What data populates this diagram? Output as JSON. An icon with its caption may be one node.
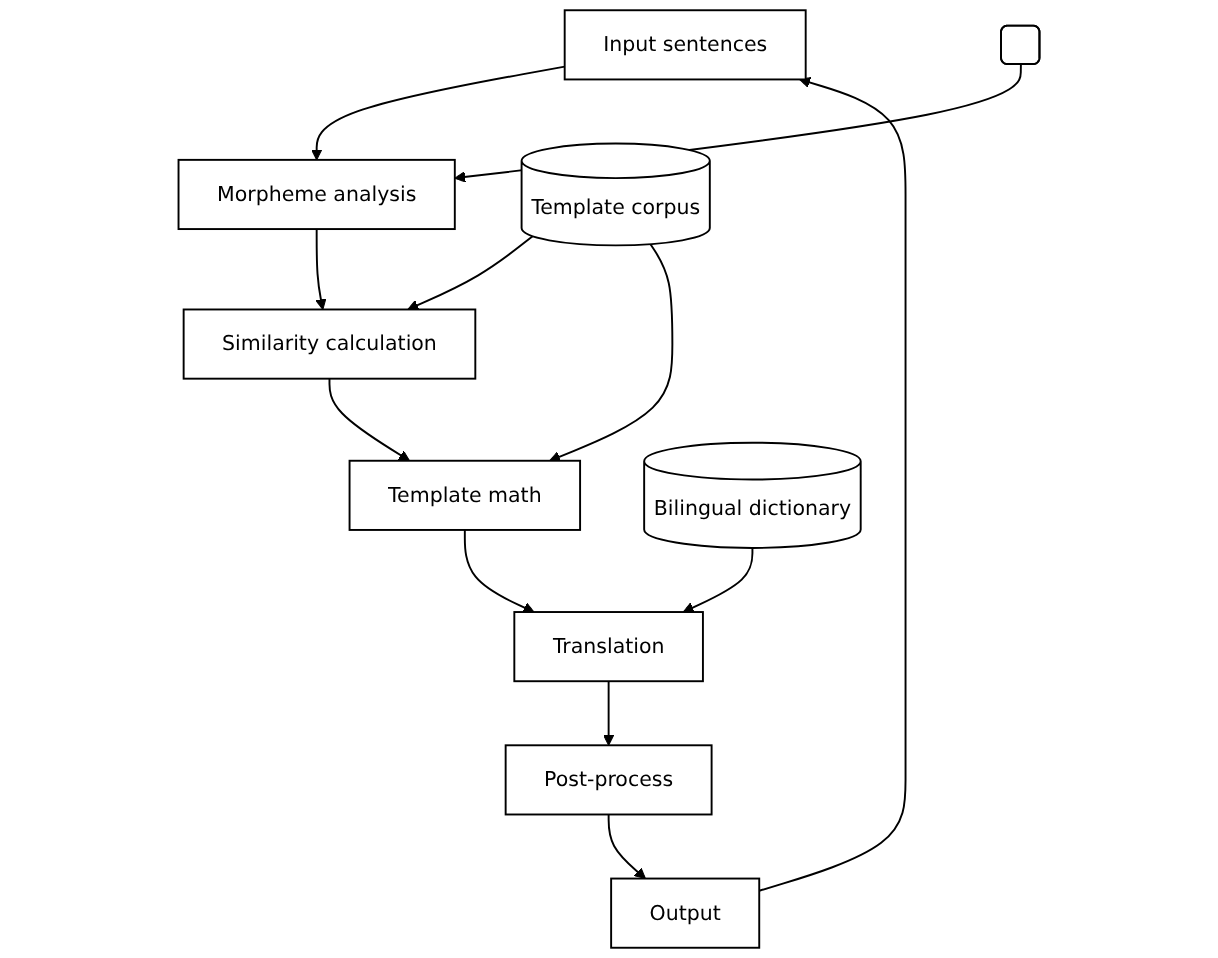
{
  "diagram": {
    "nodes": [
      {
        "text": [
          "Input sentences"
        ]
      },
      {
        "text": [
          "Morpheme analysis"
        ]
      },
      {
        "text": [],
        "shape": "box"
      },
      {
        "text": [
          "Similarity calculation"
        ]
      },
      {
        "text": [
          "Template corpus"
        ]
      },
      {
        "text": [
          "Template math"
        ]
      },
      {
        "text": [
          "Translation"
        ]
      },
      {
        "text": [
          "Bilingual dictionary"
        ]
      },
      {
        "text": [
          "Post-process"
        ]
      },
      {
        "text": [
          "Output"
        ]
      }
    ],
    "edges": [
      {
        "from": 0,
        "to": 1,
        "arrow": "to"
      },
      {
        "from": 2,
        "to": 1,
        "arrow": "to"
      },
      {
        "from": 1,
        "to": 3,
        "arrow": "to"
      },
      {
        "from": 4,
        "to": 3,
        "arrow": "to"
      },
      {
        "from": 4,
        "to": 5,
        "arrow": "to"
      },
      {
        "from": 3,
        "to": 5,
        "arrow": "to"
      },
      {
        "from": 5,
        "to": 6,
        "arrow": "to"
      },
      {
        "from": 7,
        "to": 6,
        "arrow": "to"
      },
      {
        "from": 6,
        "to": 8,
        "arrow": "to"
      },
      {
        "from": 8,
        "to": 9,
        "arrow": "to"
      },
      {
        "from": 9,
        "to": 0,
        "arrow": "to"
      }
    ]
  }
}
